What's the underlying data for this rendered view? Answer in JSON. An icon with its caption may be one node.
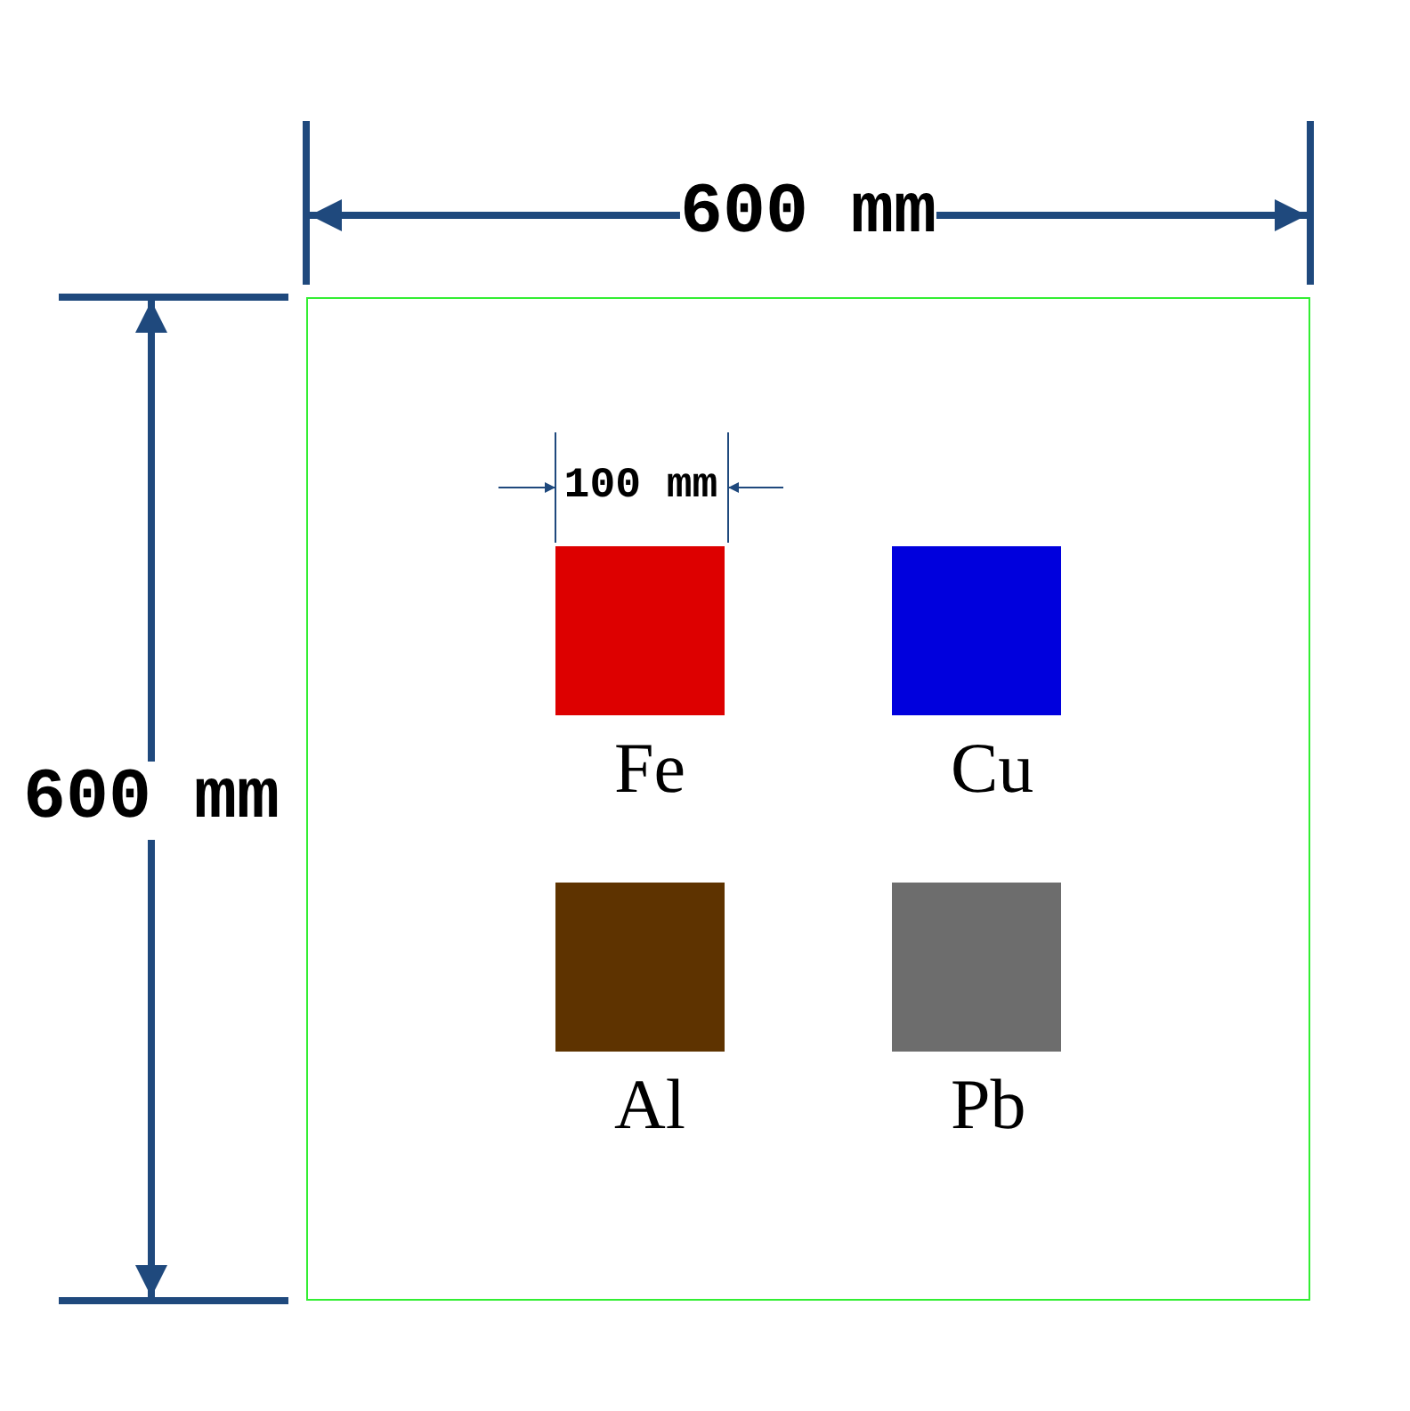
{
  "diagram": {
    "nodes": [
      {
        "text": [],
        "shape": "box"
      },
      {
        "text": [],
        "shape": "box",
        "beside": [
          "Fe"
        ],
        "in": 0
      },
      {
        "text": [],
        "shape": "box",
        "beside": [
          "Cu"
        ],
        "in": 0
      },
      {
        "text": [],
        "shape": "box",
        "beside": [
          "Al"
        ],
        "in": 0
      },
      {
        "text": [],
        "shape": "box",
        "beside": [
          "Pb"
        ],
        "in": 0
      }
    ],
    "edges": [],
    "labels": [
      "600 mm",
      "600 mm",
      "100 mm"
    ]
  }
}
